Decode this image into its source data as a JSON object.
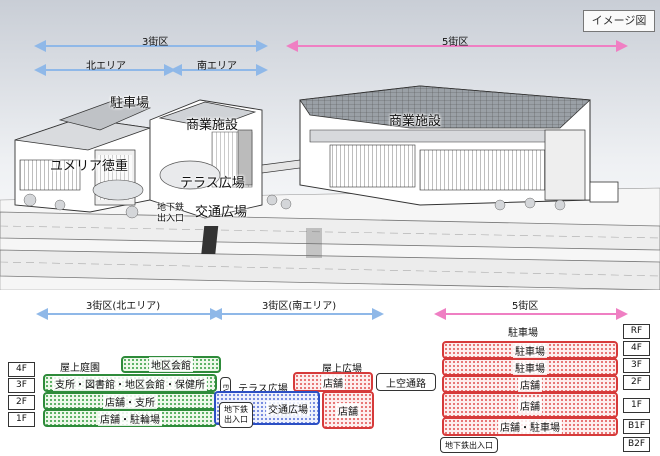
{
  "badge": "イメージ図",
  "top": {
    "district3": "3街区",
    "district5": "5街区",
    "north_area": "北エリア",
    "south_area": "南エリア"
  },
  "scene": {
    "parking": "駐車場",
    "commercial_left": "商業施設",
    "commercial_right": "商業施設",
    "yumeria": "ユメリア徳重",
    "terrace_plaza": "テラス広場",
    "transit_plaza": "交通広場",
    "subway_exit": "地下鉄\n出入口"
  },
  "section": {
    "district3_north": "3街区(北エリア)",
    "district3_south": "3街区(南エリア)",
    "district5": "5街区"
  },
  "floors_left": [
    "4F",
    "3F",
    "2F",
    "1F"
  ],
  "floors_right": [
    "RF",
    "4F",
    "3F",
    "2F",
    "1F",
    "B1F",
    "B2F"
  ],
  "north": {
    "rooftop_garden": "屋上庭園",
    "community_hall_4f": "地区会館",
    "branch_office": "支所・図書館・地区会館・保健所",
    "shops_branch": "店舗・支所",
    "shops_bicycle": "店舗・駐輪場"
  },
  "south": {
    "ev": "EV",
    "terrace_plaza": "テラス広場",
    "rooftop_plaza": "屋上広場",
    "shops_upper": "店舗",
    "shops_lower": "店舗",
    "subway_exit": "地下鉄\n出入口",
    "transit_plaza": "交通広場",
    "skyway": "上空通路"
  },
  "d5": {
    "parking_label": "駐車場",
    "parking_4f": "駐車場",
    "parking_3f": "駐車場",
    "shops_2f": "店舗",
    "shops_1f": "店舗",
    "shops_parking_b1f": "店舗・駐車場",
    "subway_exit": "地下鉄出入口"
  },
  "colors": {
    "blue_arrow": "#8fb8e8",
    "pink_arrow": "#ef7fc3",
    "green": "#2e8b3a",
    "red": "#d63a3a",
    "blue": "#2b4fc4"
  }
}
